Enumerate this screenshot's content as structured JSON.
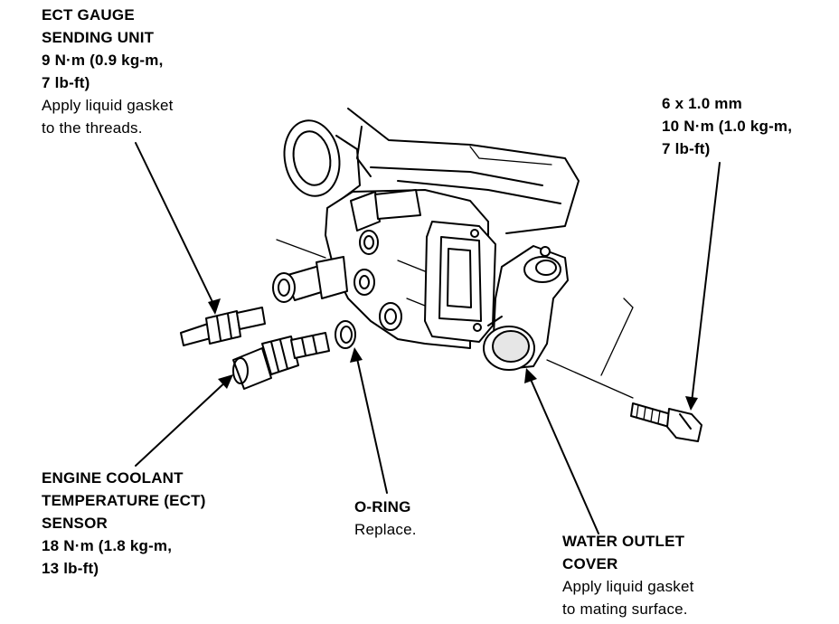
{
  "callouts": {
    "ect_gauge": {
      "line1": "ECT GAUGE",
      "line2": "SENDING UNIT",
      "line3": "9 N·m (0.9 kg-m,",
      "line4": "7 lb-ft)",
      "line5": "Apply liquid gasket",
      "line6": "to the threads."
    },
    "bolt": {
      "line1": "6 x 1.0 mm",
      "line2": "10 N·m (1.0 kg-m,",
      "line3": "7 lb-ft)"
    },
    "ect_sensor": {
      "line1": "ENGINE COOLANT",
      "line2": "TEMPERATURE (ECT)",
      "line3": "SENSOR",
      "line4": "18 N·m (1.8 kg-m,",
      "line5": "13 lb-ft)"
    },
    "o_ring": {
      "line1": "O-RING",
      "line2": "Replace."
    },
    "water_outlet": {
      "line1": "WATER OUTLET",
      "line2": "COVER",
      "line3": "Apply liquid gasket",
      "line4": "to mating surface."
    }
  }
}
